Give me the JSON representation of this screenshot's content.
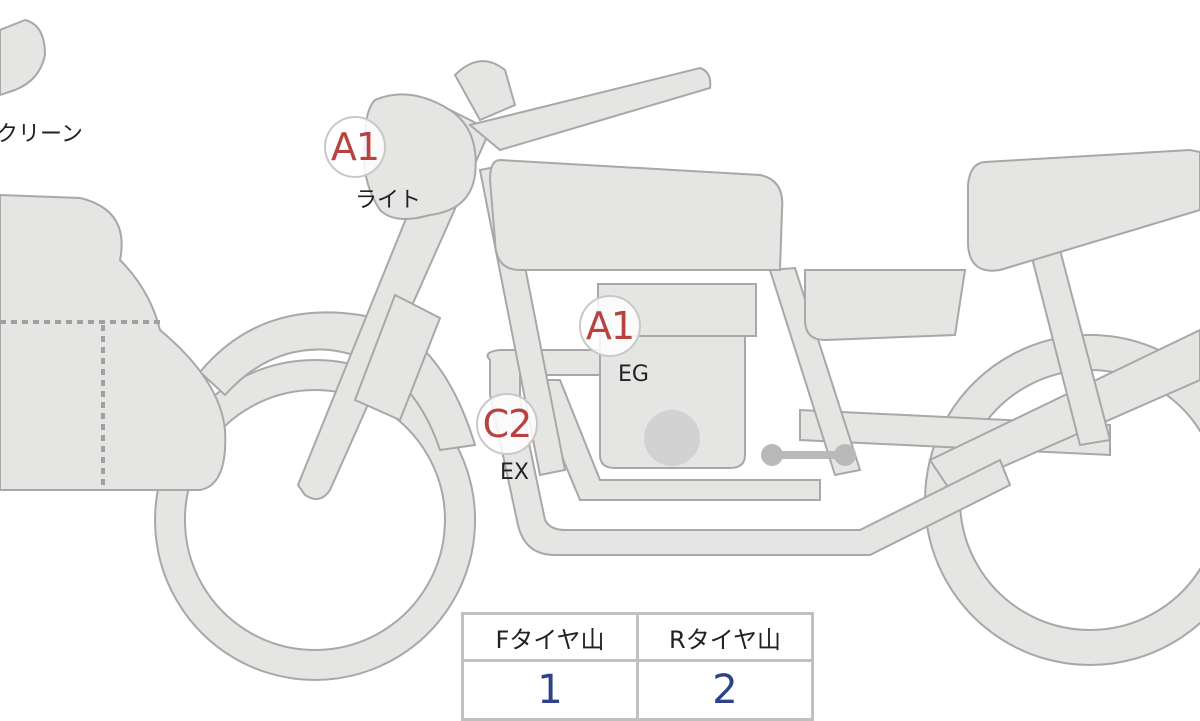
{
  "labels": {
    "screen": "クリーン",
    "light": "ライト",
    "engine": "EG",
    "exhaust": "EX"
  },
  "badges": {
    "light": "A1",
    "engine": "A1",
    "exhaust": "C2"
  },
  "tire_table": {
    "headers": [
      "Fタイヤ山",
      "Rタイヤ山"
    ],
    "values": [
      "1",
      "2"
    ]
  },
  "colors": {
    "part_fill": "#e5e5e3",
    "part_stroke": "#a8a8a8",
    "badge_text": "#b8423f",
    "value_text": "#2d428a"
  }
}
